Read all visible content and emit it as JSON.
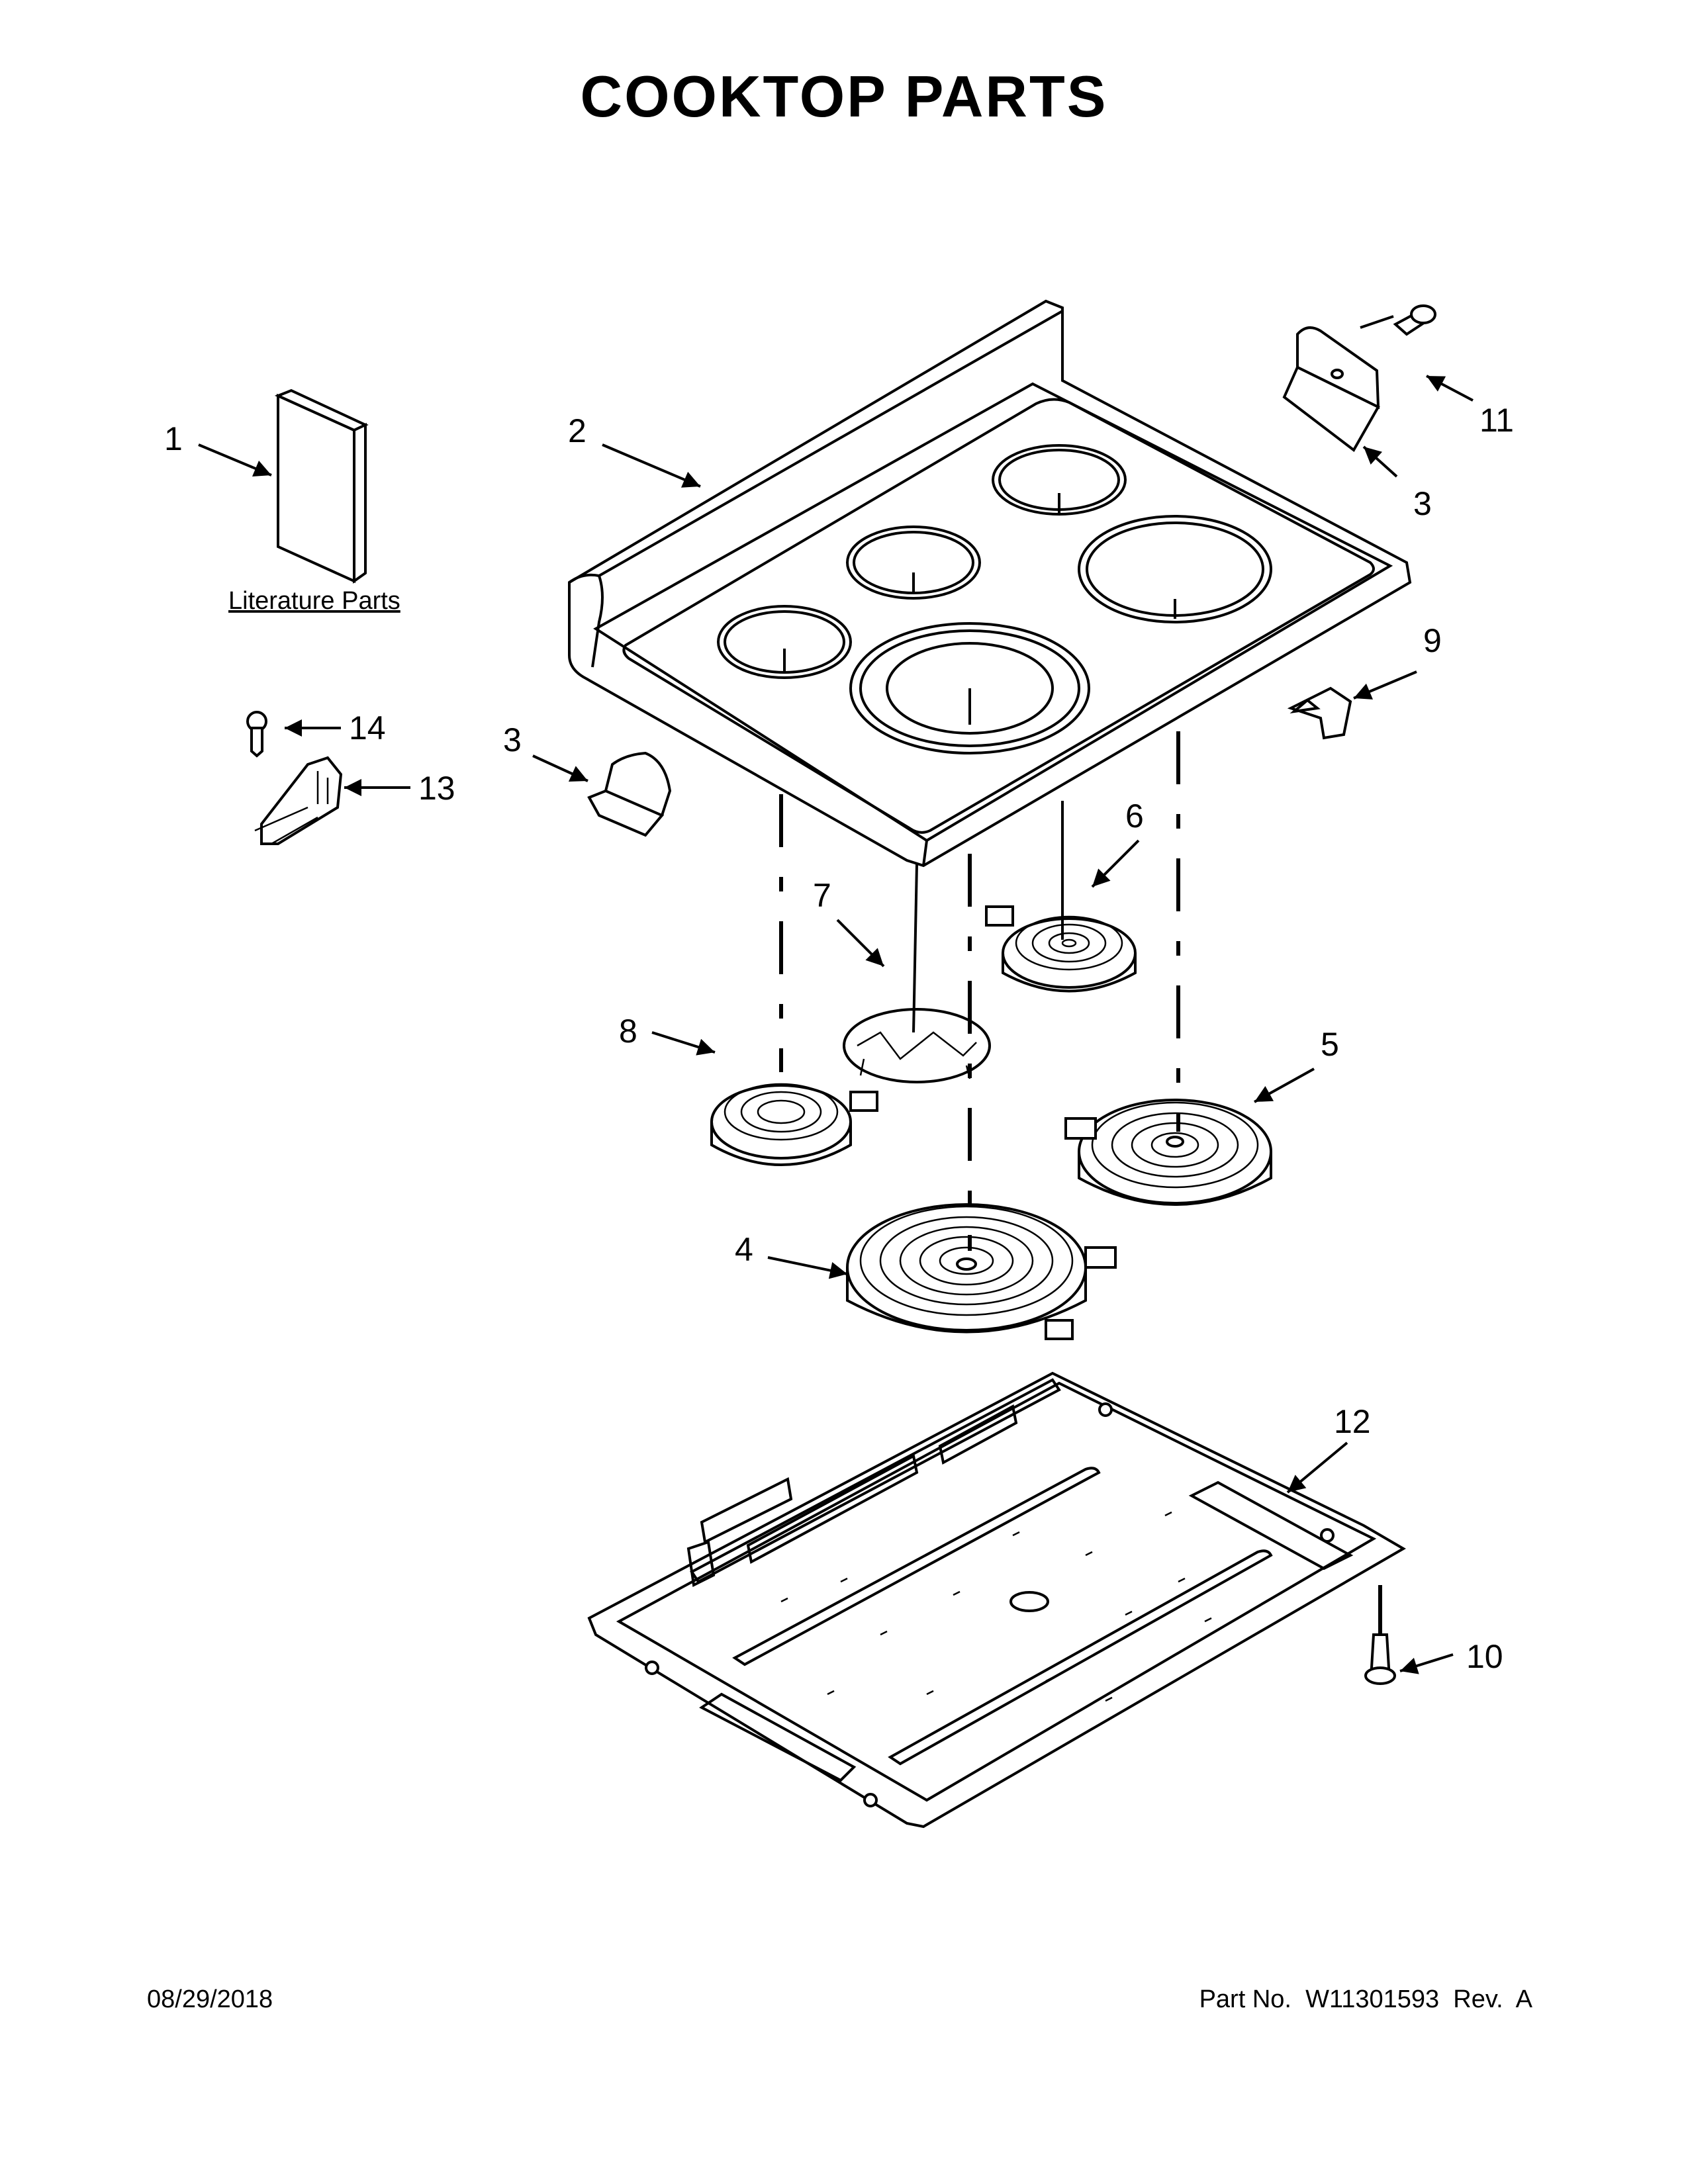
{
  "title": "COOKTOP PARTS",
  "literature_label": "Literature Parts",
  "callouts": [
    "1",
    "2",
    "3",
    "11",
    "3",
    "9",
    "14",
    "13",
    "6",
    "7",
    "8",
    "5",
    "4",
    "12",
    "10"
  ],
  "footer": {
    "date": "08/29/2018",
    "part_number": "Part No.  W11301593  Rev.  A"
  }
}
